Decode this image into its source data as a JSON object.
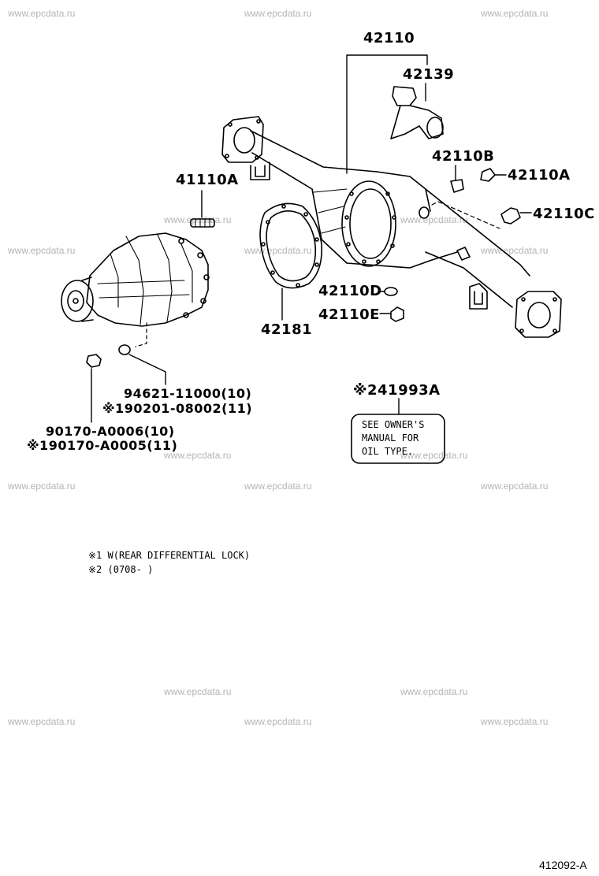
{
  "watermark": "www.epcdata.ru",
  "parts": {
    "p42110": "42110",
    "p42139": "42139",
    "p42110B": "42110B",
    "p42110A_right": "42110A",
    "p42110C": "42110C",
    "p41110A": "41110A",
    "p42110D": "42110D",
    "p42110E": "42110E",
    "p42181": "42181",
    "p94621": "94621-11000(10)",
    "p190201": "※190201-08002(11)",
    "p90170a": "90170-A0006(10)",
    "p90170b": "※190170-A0005(11)",
    "p41993A": "※241993A"
  },
  "label_box": {
    "line1": "SEE OWNER'S",
    "line2": "MANUAL FOR",
    "line3": "OIL TYPE."
  },
  "notes": {
    "n1": "※1 W(REAR DIFFERENTIAL LOCK)",
    "n2": "※2 (0708-      )"
  },
  "diagram_code": "412092-A"
}
